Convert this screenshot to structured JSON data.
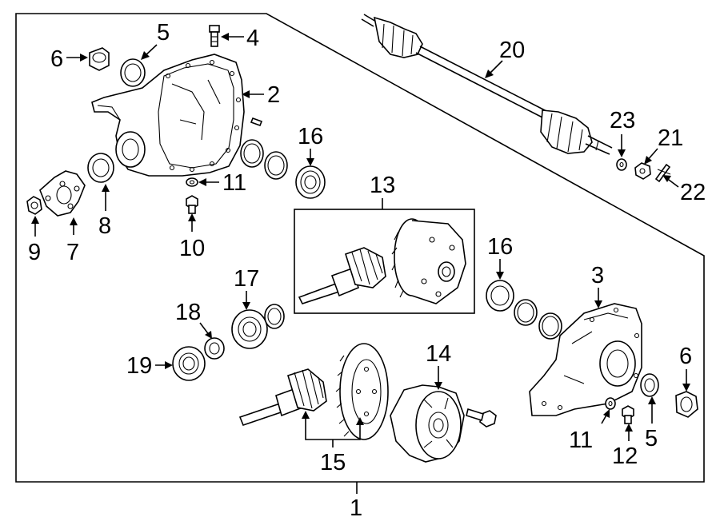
{
  "callouts": {
    "c1": "1",
    "c2": "2",
    "c3": "3",
    "c4": "4",
    "c5a": "5",
    "c5b": "5",
    "c6a": "6",
    "c6b": "6",
    "c7": "7",
    "c8": "8",
    "c9": "9",
    "c10": "10",
    "c11a": "11",
    "c11b": "11",
    "c12": "12",
    "c13": "13",
    "c14": "14",
    "c15": "15",
    "c16a": "16",
    "c16b": "16",
    "c17": "17",
    "c18": "18",
    "c19": "19",
    "c20": "20",
    "c21": "21",
    "c22": "22",
    "c23": "23"
  }
}
